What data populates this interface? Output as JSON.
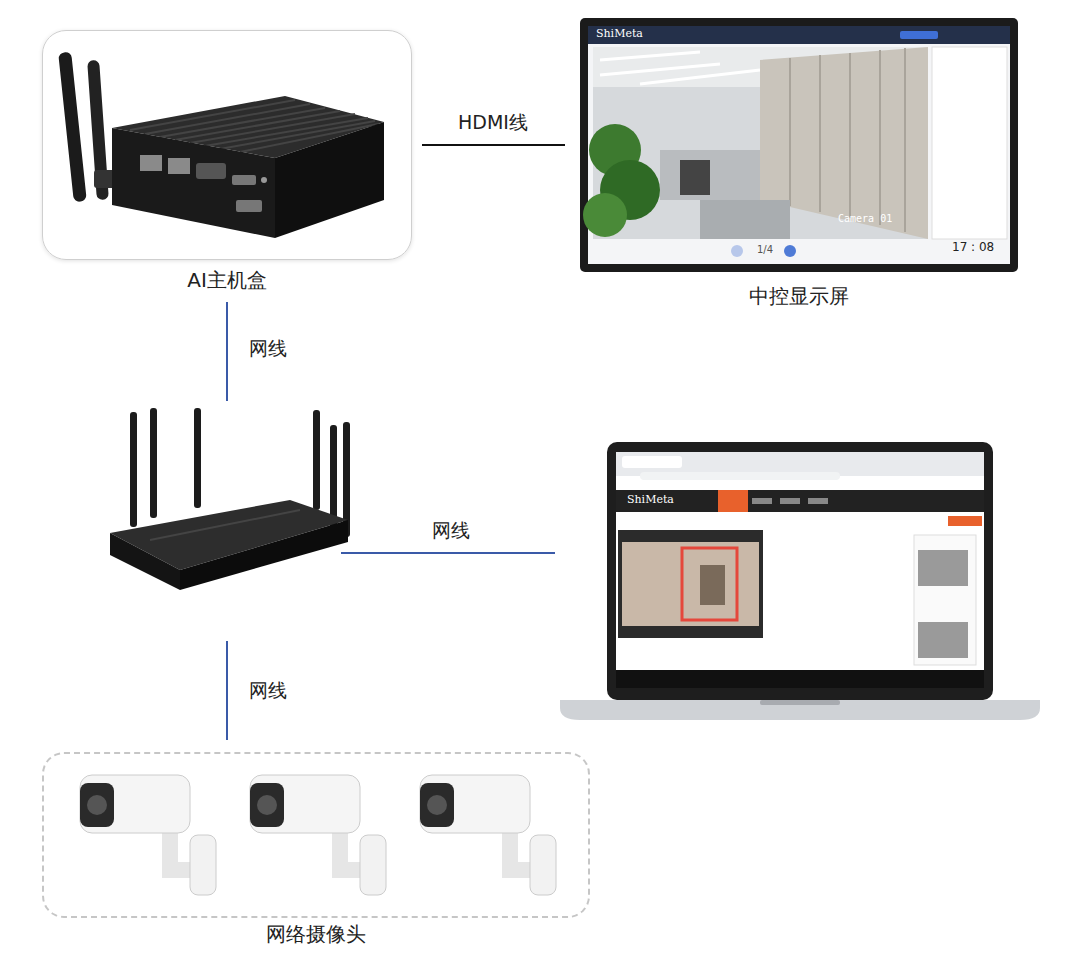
{
  "diagram": {
    "nodes": [
      {
        "text": [
          "AI主机盒"
        ]
      },
      {
        "text": [
          "中控显示屏"
        ]
      },
      {
        "text": [
          "路由器"
        ]
      },
      {
        "text": [
          "电脑"
        ]
      },
      {
        "text": [
          "网络摄像头"
        ]
      }
    ],
    "edges": [
      {
        "from": 0,
        "to": 1,
        "arrow": "none",
        "label": "HDMI线"
      },
      {
        "from": 0,
        "to": 2,
        "arrow": "none",
        "label": "网线"
      },
      {
        "from": 2,
        "to": 3,
        "arrow": "none",
        "label": "网线"
      },
      {
        "from": 2,
        "to": 4,
        "arrow": "none",
        "label": "网线"
      }
    ],
    "labels": [
      "ShiMeta",
      "Camera 01",
      "1/4",
      "17 : 08",
      "ShiMeta"
    ]
  }
}
